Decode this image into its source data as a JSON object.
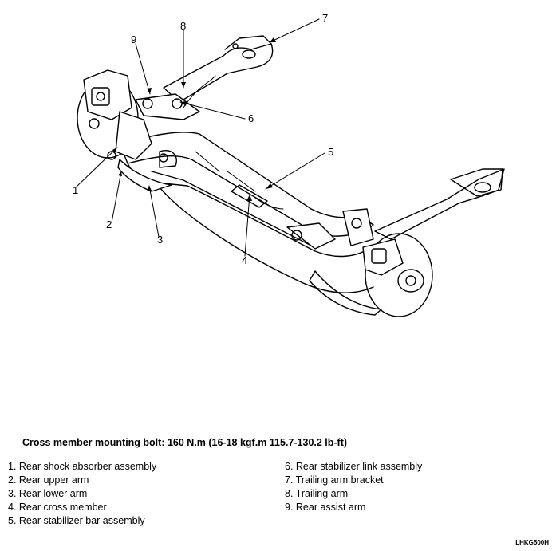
{
  "callouts": [
    "1",
    "2",
    "3",
    "4",
    "5",
    "6",
    "7",
    "8",
    "9"
  ],
  "torque_note": "Cross member mounting bolt: 160 N.m (16-18 kgf.m 115.7-130.2 lb-ft)",
  "legend_left": [
    "1. Rear shock absorber assembly",
    "2. Rear upper arm",
    "3. Rear lower arm",
    "4. Rear cross member",
    "5. Rear stabilizer bar assembly"
  ],
  "legend_right": [
    "6. Rear stabilizer link assembly",
    "7. Trailing arm bracket",
    "8. Trailing arm",
    "9. Rear assist arm"
  ],
  "figure_code": "LHKG500H"
}
